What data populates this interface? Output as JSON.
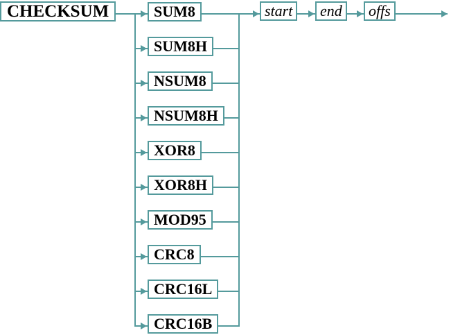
{
  "diagram": {
    "type": "railroad-syntax-diagram",
    "root": {
      "label": "CHECKSUM"
    },
    "branches": [
      {
        "label": "SUM8"
      },
      {
        "label": "SUM8H"
      },
      {
        "label": "NSUM8"
      },
      {
        "label": "NSUM8H"
      },
      {
        "label": "XOR8"
      },
      {
        "label": "XOR8H"
      },
      {
        "label": "MOD95"
      },
      {
        "label": "CRC8"
      },
      {
        "label": "CRC16L"
      },
      {
        "label": "CRC16B"
      }
    ],
    "params": [
      {
        "label": "start"
      },
      {
        "label": "end"
      },
      {
        "label": "offs"
      }
    ],
    "colors": {
      "line": "#549a9c",
      "text": "#000000",
      "background": "#ffffff"
    }
  }
}
